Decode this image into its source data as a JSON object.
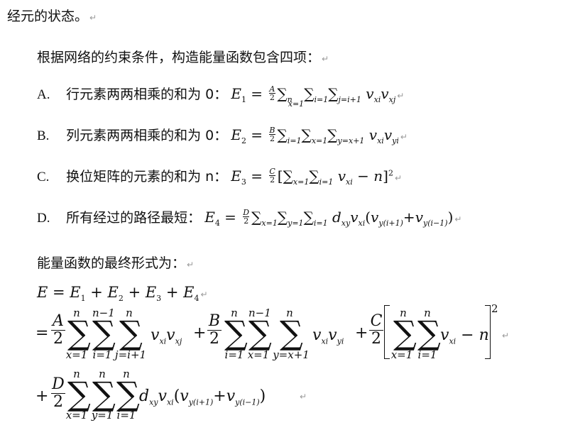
{
  "intro_tail": "经元的状态。",
  "para1": "根据网络的约束条件，构造能量函数包含四项：",
  "items": [
    {
      "label": "A.",
      "text": "行元素两两相乘的和为 0：",
      "lhs": "E",
      "lhs_sub": "1"
    },
    {
      "label": "B.",
      "text": "列元素两两相乘的和为 0：",
      "lhs": "E",
      "lhs_sub": "2"
    },
    {
      "label": "C.",
      "text": "换位矩阵的元素的和为 n：",
      "lhs": "E",
      "lhs_sub": "3"
    },
    {
      "label": "D.",
      "text": "所有经过的路径最短：",
      "lhs": "E",
      "lhs_sub": "4"
    }
  ],
  "para2": "能量函数的最终形式为：",
  "final_first": "E = E₁ + E₂ + E₃ + E₄",
  "para_mark": "↵"
}
